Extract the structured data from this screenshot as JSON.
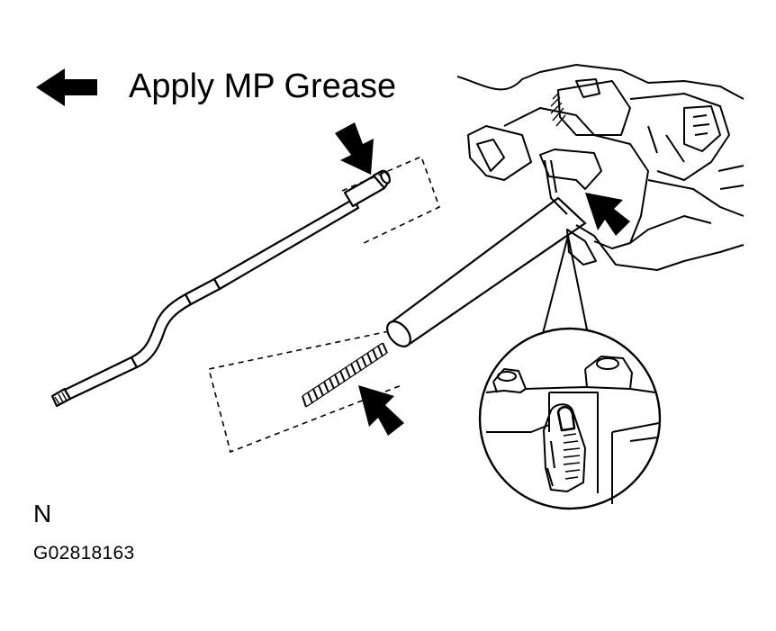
{
  "legend": {
    "text": "Apply MP Grease",
    "arrow_icon": "left-arrow-icon"
  },
  "view_label": "N",
  "figure_code": "G02818163",
  "colors": {
    "ink": "#000000",
    "paper": "#ffffff"
  }
}
